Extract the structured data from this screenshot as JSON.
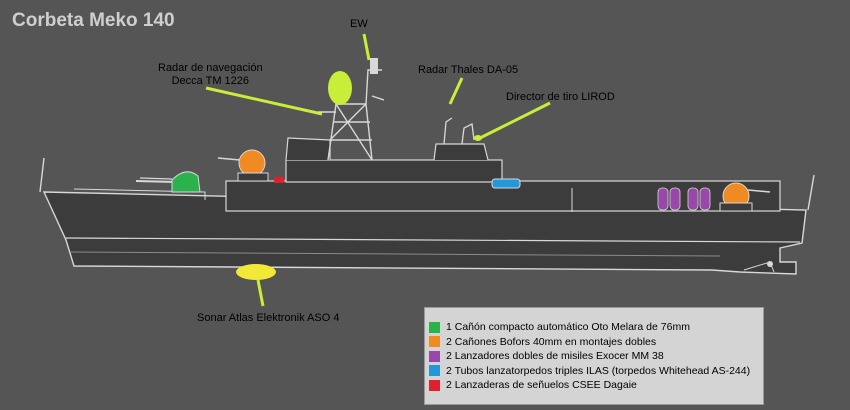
{
  "title": "Corbeta Meko 140",
  "colors": {
    "background": "#555555",
    "hull": "#3c3c3c",
    "outline": "#d8d8d8",
    "callout": "#c8ee3a",
    "green": "#2cb24c",
    "orange": "#f08a22",
    "purple": "#9848a8",
    "blue": "#2596d6",
    "red": "#e0202c"
  },
  "labels": {
    "ew": "EW",
    "nav_radar_line1": "Radar de navegación",
    "nav_radar_line2": "Decca TM 1226",
    "thales": "Radar  Thales DA-05",
    "lirod": "Director de tiro LIROD",
    "sonar": "Sonar Atlas Elektronik ASO 4"
  },
  "legend": [
    {
      "color": "#2cb24c",
      "text": "1 Cañón compacto automático Oto Melara de 76mm"
    },
    {
      "color": "#f08a22",
      "text": "2 Cañones Bofors 40mm en montajes dobles"
    },
    {
      "color": "#9848a8",
      "text": "2 Lanzadores dobles de misiles Exocer MM 38"
    },
    {
      "color": "#2596d6",
      "text": "2 Tubos lanzatorpedos triples ILAS (torpedos Whitehead AS-244)"
    },
    {
      "color": "#e0202c",
      "text": "2 Lanzaderas de señuelos CSEE Dagaie"
    }
  ]
}
